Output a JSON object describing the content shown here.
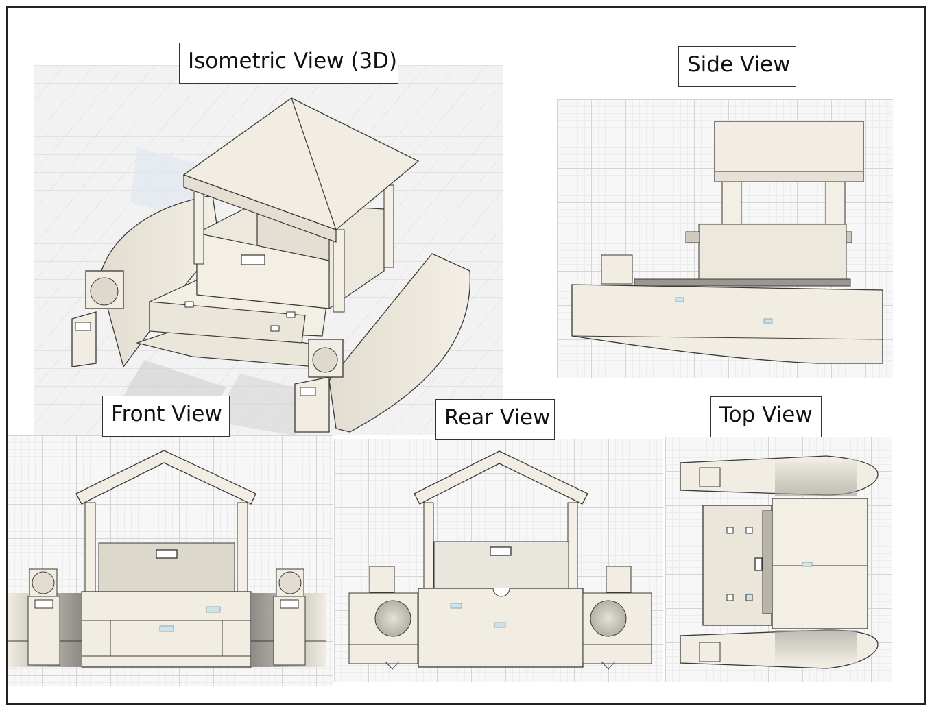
{
  "views": {
    "isometric": {
      "title": "Isometric View (3D)"
    },
    "side": {
      "title": "Side View"
    },
    "front": {
      "title": "Front View"
    },
    "rear": {
      "title": "Rear View"
    },
    "top": {
      "title": "Top View"
    }
  },
  "colors": {
    "model_fill": "#f1ede2",
    "model_shade": "#d8d3c5",
    "outline": "#3a3a3a",
    "grid": "#d4d4d4"
  }
}
